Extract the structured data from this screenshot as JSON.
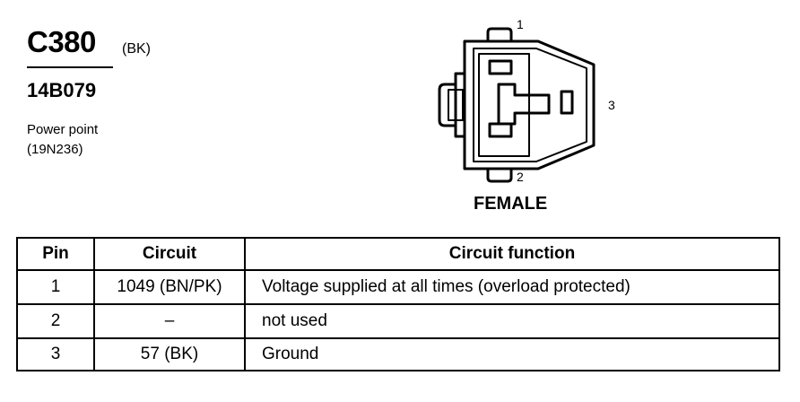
{
  "connector": {
    "id": "C380",
    "color": "(BK)",
    "part_number": "14B079",
    "description_line1": "Power point",
    "description_line2": "(19N236)",
    "gender": "FEMALE"
  },
  "diagram": {
    "pin_labels": [
      "1",
      "2",
      "3"
    ]
  },
  "table": {
    "headers": [
      "Pin",
      "Circuit",
      "Circuit function"
    ],
    "rows": [
      {
        "pin": "1",
        "circuit": "1049 (BN/PK)",
        "function": "Voltage supplied at all times (overload protected)"
      },
      {
        "pin": "2",
        "circuit": "–",
        "function": "not used"
      },
      {
        "pin": "3",
        "circuit": "57 (BK)",
        "function": "Ground"
      }
    ]
  }
}
